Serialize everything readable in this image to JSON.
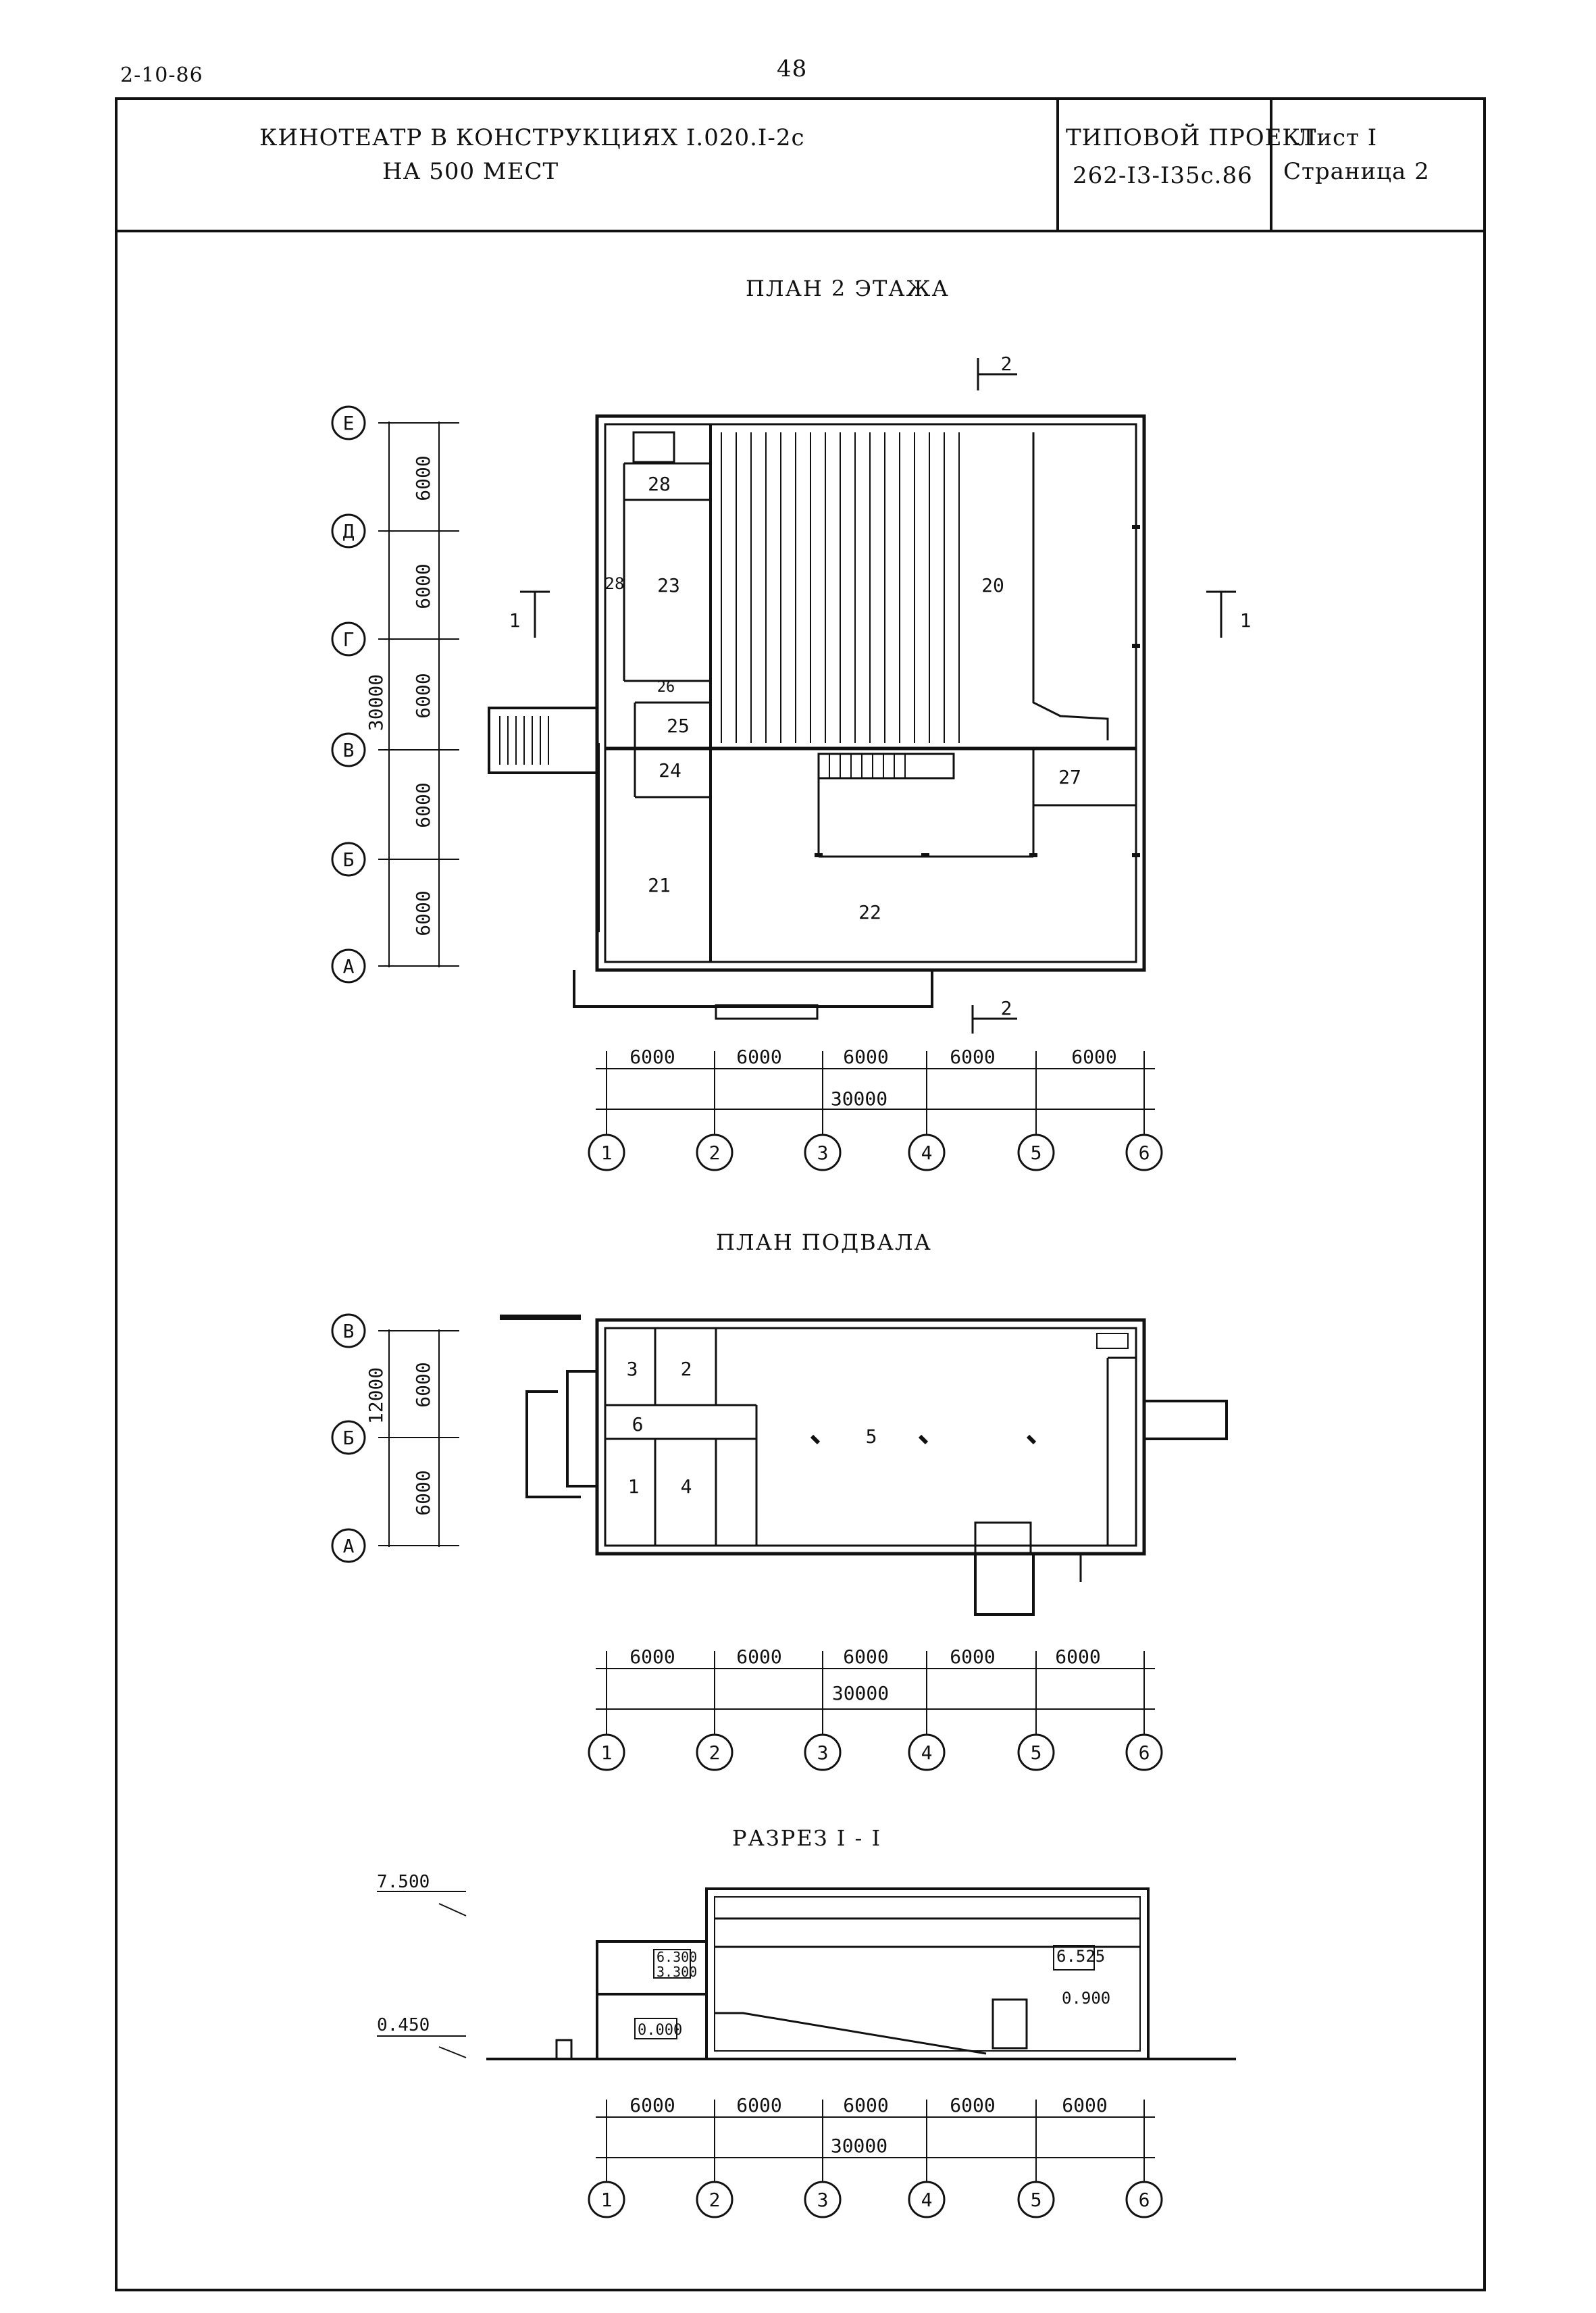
{
  "header": {
    "code": "2-10-86",
    "page_number": "48",
    "title_line1": "КИНОТЕАТР В КОНСТРУКЦИЯХ I.020.I-2с",
    "title_line2": "НА 500 МЕСТ",
    "project_label": "ТИПОВОЙ ПРОЕКТ",
    "project_number": "262-I3-I35с.86",
    "sheet_label": "Лист I",
    "page_label": "Страница 2"
  },
  "plan2": {
    "title": "ПЛАН 2 ЭТАЖА",
    "row_axes": [
      "Е",
      "Д",
      "Г",
      "В",
      "Б",
      "А"
    ],
    "row_dims": [
      "6000",
      "6000",
      "6000",
      "6000",
      "6000"
    ],
    "row_total": "30000",
    "col_axes": [
      "1",
      "2",
      "3",
      "4",
      "5",
      "6"
    ],
    "col_dims": [
      "6000",
      "6000",
      "6000",
      "6000",
      "6000"
    ],
    "col_total": "30000",
    "section_marks": [
      "1",
      "1",
      "2",
      "2"
    ],
    "rooms": [
      "20",
      "21",
      "22",
      "23",
      "24",
      "25",
      "26",
      "27",
      "28",
      "28"
    ]
  },
  "basement": {
    "title": "ПЛАН ПОДВАЛА",
    "row_axes": [
      "В",
      "Б",
      "А"
    ],
    "row_dims": [
      "6000",
      "6000"
    ],
    "row_total": "12000",
    "col_axes": [
      "1",
      "2",
      "3",
      "4",
      "5",
      "6"
    ],
    "col_dims": [
      "6000",
      "6000",
      "6000",
      "6000",
      "6000"
    ],
    "col_total": "30000",
    "rooms": [
      "1",
      "2",
      "3",
      "4",
      "5",
      "6"
    ]
  },
  "section": {
    "title": "РАЗРЕЗ I - I",
    "levels": [
      "7.500",
      "6.525",
      "6.300",
      "3.300",
      "0.900",
      "0.450",
      "0.000"
    ],
    "col_axes": [
      "1",
      "2",
      "3",
      "4",
      "5",
      "6"
    ],
    "col_dims": [
      "6000",
      "6000",
      "6000",
      "6000",
      "6000"
    ],
    "col_total": "30000"
  }
}
